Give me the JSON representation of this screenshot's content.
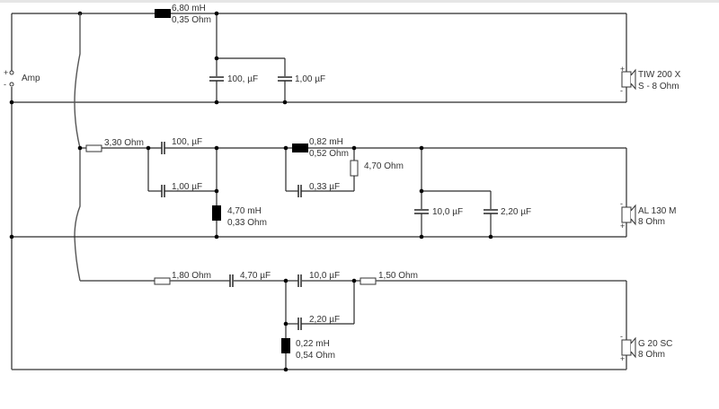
{
  "amp": {
    "label": "Amp",
    "plus": "+",
    "minus": "-"
  },
  "tweeter": {
    "name_line1": "TIW 200 X",
    "name_line2": "S - 8 Ohm",
    "polarity_top": "+",
    "polarity_bottom": "-",
    "series_inductor": {
      "value": "6,80 mH",
      "resistance": "0,35 Ohm"
    },
    "shunt_cap_1": "100, µF",
    "shunt_cap_2": "1,00 µF"
  },
  "midrange": {
    "name_line1": "AL 130 M",
    "name_line2": "8 Ohm",
    "polarity_top": "-",
    "polarity_bottom": "+",
    "series_resistor": "3,30 Ohm",
    "series_cap_1": "100, µF",
    "series_cap_2": "1,00 µF",
    "shunt_inductor": {
      "value": "4,70 mH",
      "resistance": "0,33 Ohm"
    },
    "series_inductor": {
      "value": "0,82 mH",
      "resistance": "0,52 Ohm"
    },
    "parallel_resistor": "4,70 Ohm",
    "parallel_cap": "0,33 µF",
    "shunt_cap_1": "10,0 µF",
    "shunt_cap_2": "2,20 µF"
  },
  "woofer": {
    "name_line1": "G 20 SC",
    "name_line2": "8 Ohm",
    "polarity_top": "-",
    "polarity_bottom": "+",
    "series_resistor_1": "1,80 Ohm",
    "series_cap_1": "4,70 µF",
    "series_cap_2": "10,0 µF",
    "parallel_cap": "2,20 µF",
    "shunt_inductor": {
      "value": "0,22 mH",
      "resistance": "0,54 Ohm"
    },
    "series_resistor_2": "1,50 Ohm"
  }
}
